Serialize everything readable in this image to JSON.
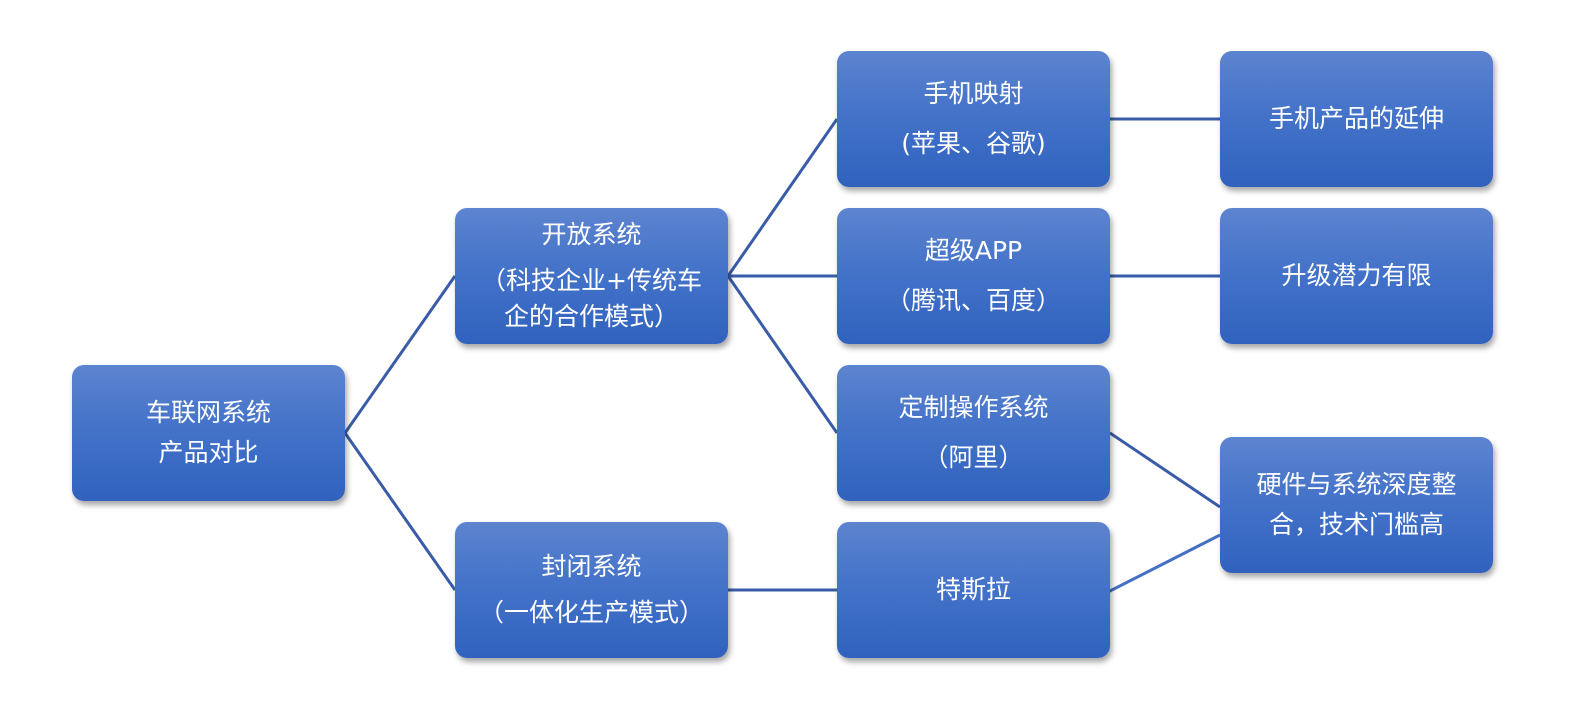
{
  "colors": {
    "box_top": "#5d84cf",
    "box_bottom": "#3062be",
    "connector": "#3a5ca8",
    "text": "#ffffff"
  },
  "nodes": {
    "root": {
      "lines": [
        "车联网系统",
        "产品对比"
      ]
    },
    "open": {
      "lines": [
        "开放系统",
        "（科技企业+传统车",
        "企的合作模式）"
      ]
    },
    "closed": {
      "lines": [
        "封闭系统",
        "（一体化生产模式）"
      ]
    },
    "mirror": {
      "lines": [
        "手机映射",
        "(苹果、谷歌)"
      ]
    },
    "superapp": {
      "lines": [
        "超级APP",
        "（腾讯、百度）"
      ]
    },
    "custom_os": {
      "lines": [
        "定制操作系统",
        "（阿里）"
      ]
    },
    "tesla": {
      "lines": [
        "特斯拉"
      ]
    },
    "phone_ext": {
      "lines": [
        "手机产品的延伸"
      ]
    },
    "limited": {
      "lines": [
        "升级潜力有限"
      ]
    },
    "integration": {
      "lines": [
        "硬件与系统深度整",
        "合，技术门槛高"
      ]
    }
  }
}
